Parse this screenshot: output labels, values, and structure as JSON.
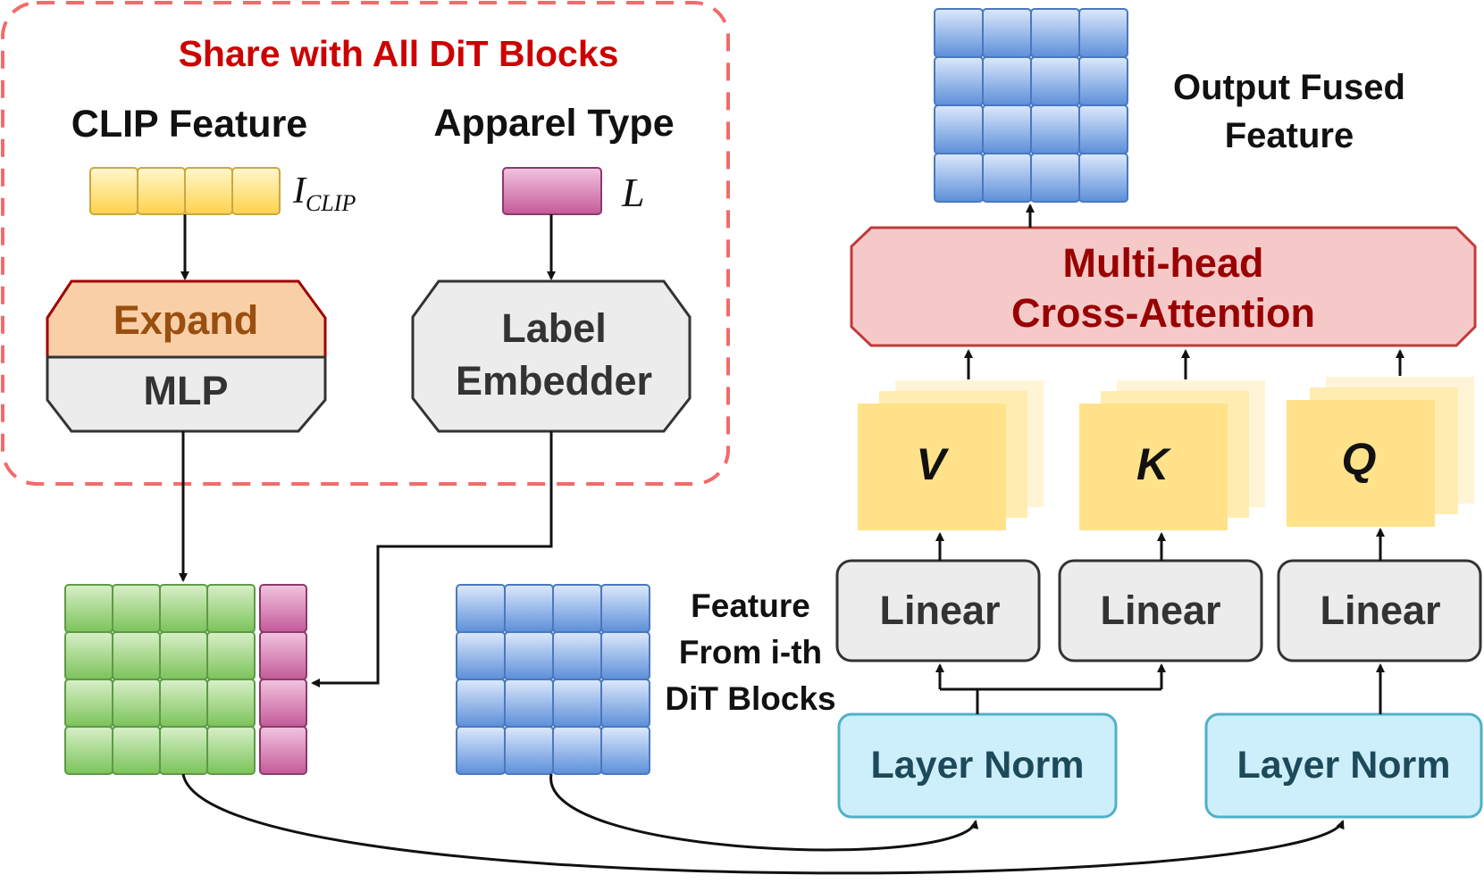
{
  "shared_group": {
    "title": "Share with All DiT Blocks",
    "title_color": "#cc0000",
    "border_color": "#f26b6b"
  },
  "clip_branch": {
    "heading": "CLIP Feature",
    "symbol_main": "I",
    "symbol_sub": "CLIP",
    "expand_label": "Expand",
    "mlp_label": "MLP"
  },
  "apparel_branch": {
    "heading": "Apparel Type",
    "symbol": "L",
    "embedder_line1": "Label",
    "embedder_line2": "Embedder"
  },
  "dit_feature": {
    "line1": "Feature",
    "line2": "From i-th",
    "line3": "DiT Blocks"
  },
  "norms": {
    "left": "Layer Norm",
    "right": "Layer Norm"
  },
  "linears": {
    "v": "Linear",
    "k": "Linear",
    "q": "Linear"
  },
  "vkq": {
    "v": "V",
    "k": "K",
    "q": "Q"
  },
  "attention": {
    "line1": "Multi-head",
    "line2": "Cross-Attention"
  },
  "output": {
    "line1": "Output Fused",
    "line2": "Feature"
  },
  "colors": {
    "yellow_token": "#ffd966",
    "pink_token": "#c45a99",
    "green_token": "#8fcf70",
    "blue_token": "#6d9eeb",
    "expand_fill": "#f9cfa8",
    "expand_text": "#9a4f0f",
    "gray_box": "#ececec",
    "layer_norm_fill": "#cdeffb",
    "layer_norm_text": "#1d4a5a",
    "attention_fill": "#f6c9c9",
    "attention_text": "#990000",
    "qkv_fill": "#ffe69c"
  }
}
